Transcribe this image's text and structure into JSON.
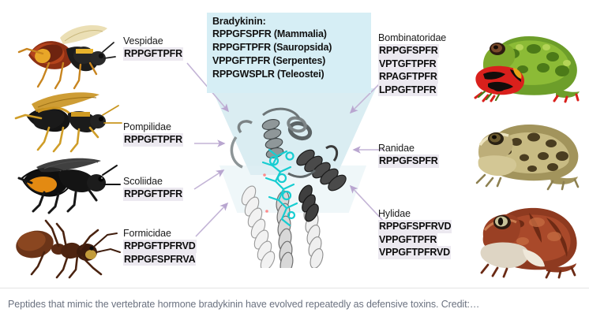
{
  "figure": {
    "center_box": {
      "title": "Bradykinin:",
      "entries": [
        {
          "sequence": "RPPGFSPFR",
          "clade": "(Mammalia)"
        },
        {
          "sequence": "RPPGFTPFR",
          "clade": "(Sauropsida)"
        },
        {
          "sequence": "VPPGFTPFR",
          "clade": "(Serpentes)"
        },
        {
          "sequence": "RPPGWSPLR",
          "clade": "(Teleostei)"
        }
      ]
    },
    "left_groups": [
      {
        "family": "Vespidae",
        "organism": "paper-wasp",
        "sequences": [
          "RPPGFTPFR"
        ]
      },
      {
        "family": "Pompilidae",
        "organism": "spider-wasp",
        "sequences": [
          "RPPGFTPFR"
        ]
      },
      {
        "family": "Scoliidae",
        "organism": "scoliid-wasp",
        "sequences": [
          "RPPGFTPFR"
        ]
      },
      {
        "family": "Formicidae",
        "organism": "ant",
        "sequences": [
          "RPPGFTPFRVD",
          "RPPGFSPFRVA"
        ]
      }
    ],
    "right_groups": [
      {
        "family": "Bombinatoridae",
        "organism": "fire-bellied-toad",
        "sequences": [
          "RPPGFSPFR",
          "VPTGFTPFR",
          "RPAGFTPFR",
          "LPPGFTPFR"
        ]
      },
      {
        "family": "Ranidae",
        "organism": "leopard-frog",
        "sequences": [
          "RPPGFSPFR"
        ]
      },
      {
        "family": "Hylidae",
        "organism": "tree-frog",
        "sequences": [
          "RPPGFSPFRVD",
          "VPPGFTPFR",
          "VPPGFTPFRVD"
        ]
      }
    ],
    "protein": {
      "label": "bradykinin-receptor-ribbon-structure",
      "ribbon_color": "#d9d9d9",
      "ligand_color": "#18d4d4"
    },
    "colors": {
      "box_background": "#d6eef5",
      "sequence_highlight": "#ece9f0",
      "arrow": "#bfadd4",
      "caption_text": "#6b7280"
    }
  },
  "caption": {
    "text": "Peptides that mimic the vertebrate hormone bradykinin have evolved repeatedly as defensive toxins. Credit:…"
  }
}
